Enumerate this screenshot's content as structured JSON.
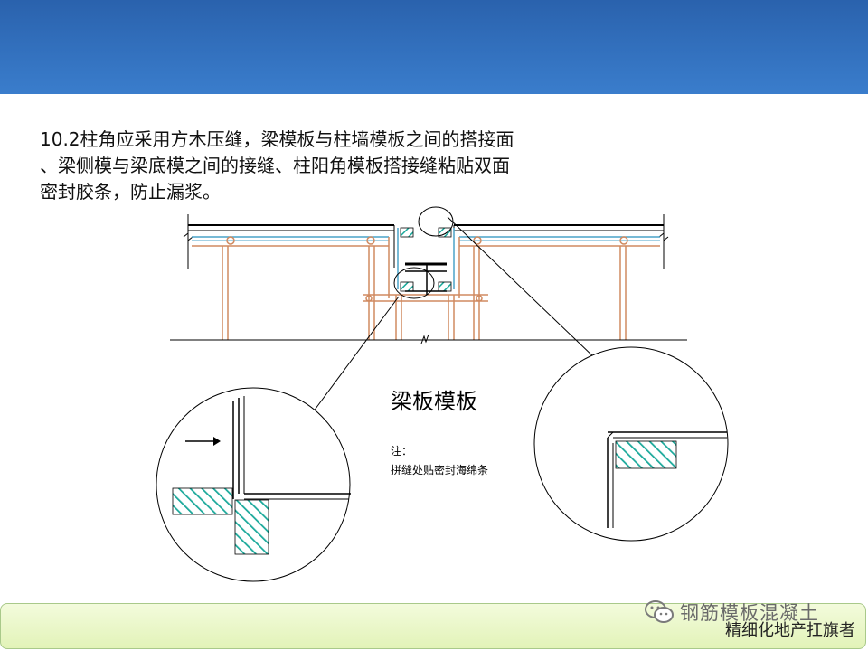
{
  "slide": {
    "body_lines": [
      "10.2柱角应采用方木压缝，梁模板与柱墙模板之间的搭接面",
      "、梁侧模与梁底模之间的接缝、柱阳角模板搭接缝粘贴双面",
      "密封胶条，防止漏浆。"
    ]
  },
  "drawing": {
    "title": "梁板模板",
    "note_label": "注：",
    "note_text": "拼缝处贴密封海绵条",
    "colors": {
      "line": "#000000",
      "timber": "#d08a60",
      "hatch": "#19a89a",
      "form_blue": "#4aa3c8"
    }
  },
  "footer": {
    "watermark": "钢筋模板混凝土",
    "watermark_icon": "wechat-icon",
    "tagline": "精细化地产扛旗者"
  },
  "theme": {
    "header_blue": "#3a7dcc",
    "footer_green": "#e2f3b8"
  }
}
